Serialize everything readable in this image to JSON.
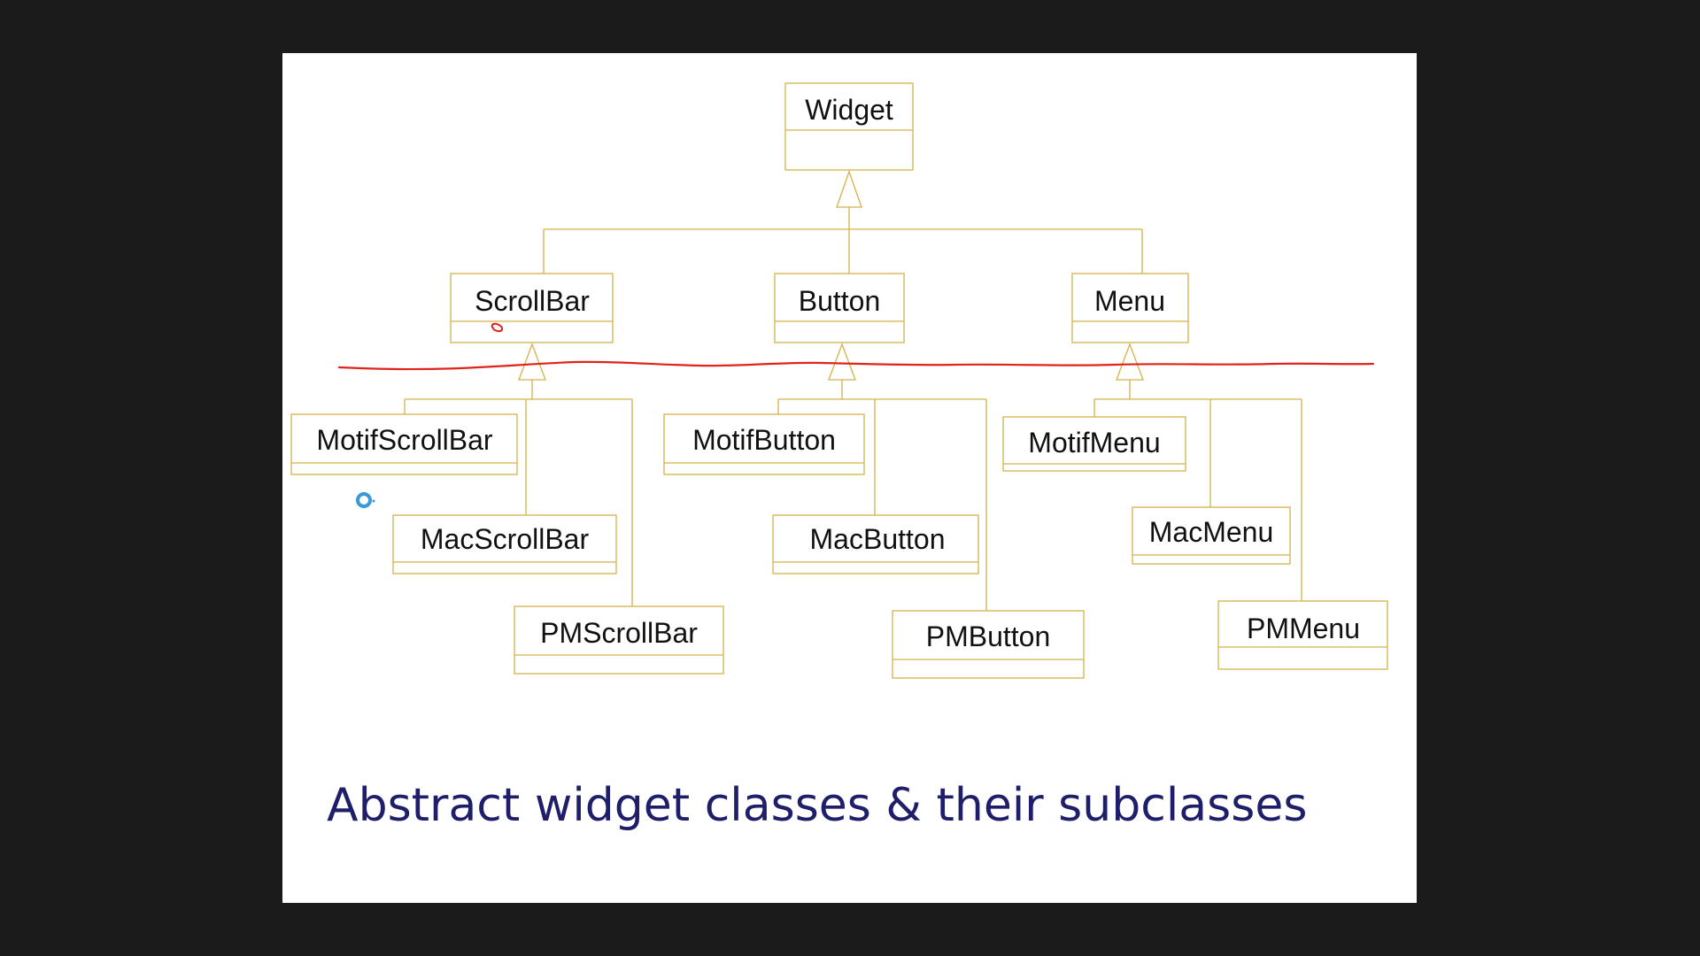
{
  "colors": {
    "background": "#1b1b1b",
    "slide": "#ffffff",
    "uml_line": "#d4b24a",
    "annotation": "#e0231b",
    "caption": "#1e1e6a",
    "cursor": "#3a9ad9"
  },
  "diagram": {
    "root": {
      "name": "Widget"
    },
    "abstract_classes": [
      {
        "name": "ScrollBar"
      },
      {
        "name": "Button"
      },
      {
        "name": "Menu"
      }
    ],
    "subclasses": {
      "scrollbar": [
        {
          "name": "MotifScrollBar"
        },
        {
          "name": "MacScrollBar"
        },
        {
          "name": "PMScrollBar"
        }
      ],
      "button": [
        {
          "name": "MotifButton"
        },
        {
          "name": "MacButton"
        },
        {
          "name": "PMButton"
        }
      ],
      "menu": [
        {
          "name": "MotifMenu"
        },
        {
          "name": "MacMenu"
        },
        {
          "name": "PMMenu"
        }
      ]
    }
  },
  "caption": "Abstract widget classes & their subclasses"
}
